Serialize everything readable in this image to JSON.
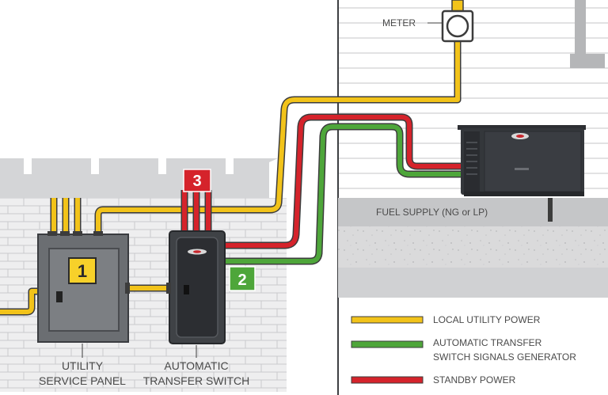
{
  "labels": {
    "meter": "METER",
    "fuel_supply": "FUEL SUPPLY (NG or LP)",
    "utility_line1": "UTILITY",
    "utility_line2": "SERVICE PANEL",
    "ats_line1": "AUTOMATIC",
    "ats_line2": "TRANSFER SWITCH"
  },
  "badges": {
    "panel": "1",
    "signal": "2",
    "switch": "3"
  },
  "legend": [
    {
      "label": "LOCAL UTILITY POWER",
      "color": "#f2c31a"
    },
    {
      "label_line1": "AUTOMATIC TRANSFER",
      "label_line2": "SWITCH SIGNALS GENERATOR",
      "color": "#4ea63a"
    },
    {
      "label": "STANDBY POWER",
      "color": "#d5232b"
    }
  ],
  "colors": {
    "utility_wire": "#f2c31a",
    "signal_wire": "#4ea63a",
    "standby_wire": "#d5232b",
    "badge_yellow": "#f7d12a",
    "badge_green": "#4ea63a",
    "badge_red": "#d5232b",
    "panel_gray": "#6b6e72",
    "switch_dark": "#3f4246",
    "generator_dark": "#34373b"
  },
  "icons": [
    "house-siding",
    "brick-wall",
    "electric-meter",
    "standby-generator",
    "transfer-switch",
    "service-panel"
  ]
}
